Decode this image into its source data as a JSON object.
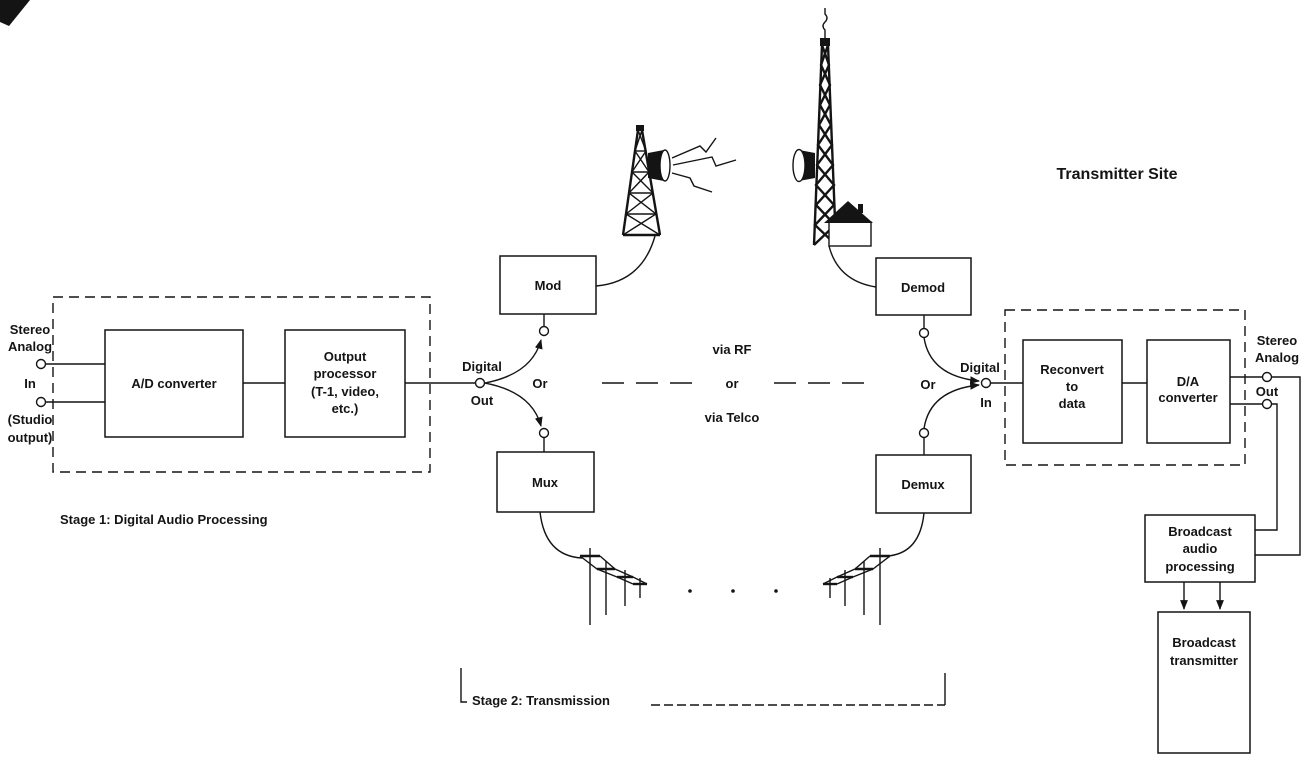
{
  "transmitter_site_label": "Transmitter Site",
  "stage1": {
    "caption": "Stage 1: Digital Audio Processing",
    "input_label": [
      "Stereo",
      "Analog",
      "In",
      "(Studio",
      "output)"
    ],
    "ad_converter": "A/D converter",
    "output_processor": [
      "Output",
      "processor",
      "(T-1, video,",
      "etc.)"
    ],
    "digital_out": [
      "Digital",
      "Out"
    ]
  },
  "stage2": {
    "caption": "Stage 2: Transmission",
    "or_left": "Or",
    "mod": "Mod",
    "mux": "Mux",
    "route": [
      "via RF",
      "or",
      "via Telco"
    ],
    "demod": "Demod",
    "demux": "Demux",
    "or_right": "Or"
  },
  "site": {
    "digital_in": [
      "Digital",
      "In"
    ],
    "reconvert": [
      "Reconvert",
      "to",
      "data"
    ],
    "da_converter": [
      "D/A",
      "converter"
    ],
    "analog_out": [
      "Stereo",
      "Analog",
      "Out"
    ],
    "audio_processing": [
      "Broadcast",
      "audio",
      "processing"
    ],
    "transmitter": [
      "Broadcast",
      "transmitter"
    ]
  }
}
